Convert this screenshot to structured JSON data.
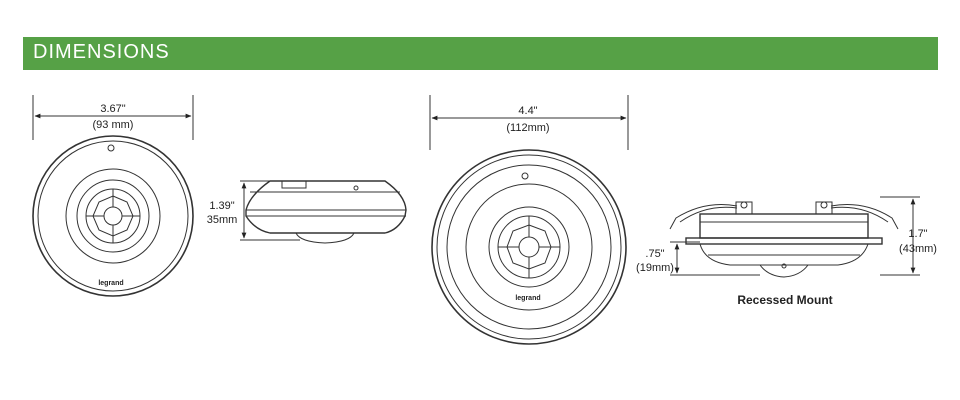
{
  "header": {
    "title": "DIMENSIONS",
    "color": "#56a146"
  },
  "sensor_small_top": {
    "width_in": "3.67\"",
    "width_mm": "(93 mm)",
    "brand": "legrand"
  },
  "sensor_small_side": {
    "height_in": "1.39\"",
    "height_mm": "35mm"
  },
  "sensor_large_top": {
    "width_in": "4.4\"",
    "width_mm": "(112mm)",
    "brand": "legrand"
  },
  "sensor_recessed_side": {
    "depth_in": ".75\"",
    "depth_mm": "(19mm)",
    "height_in": "1.7\"",
    "height_mm": "(43mm)",
    "caption": "Recessed Mount"
  }
}
